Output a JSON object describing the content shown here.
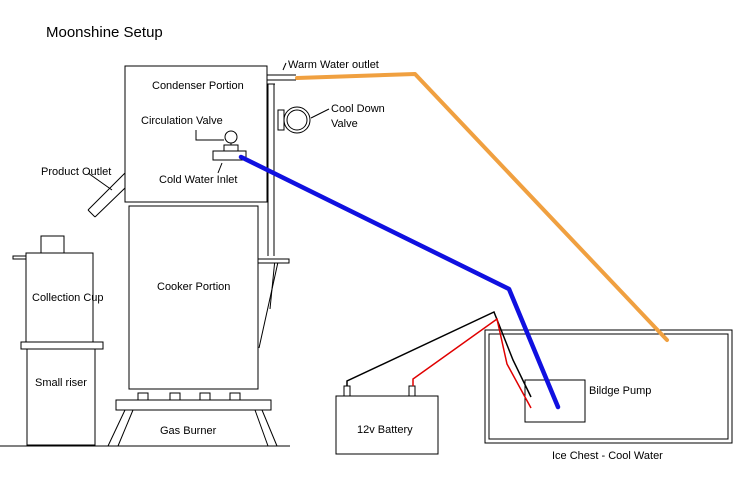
{
  "title": "Moonshine Setup",
  "labels": {
    "condenser": "Condenser Portion",
    "warm_water_outlet": "Warm Water outlet",
    "cool_down_valve_line1": "Cool Down",
    "cool_down_valve_line2": "Valve",
    "circulation_valve": "Circulation Valve",
    "cold_water_inlet": "Cold Water Inlet",
    "product_outlet": "Product Outlet",
    "collection_cup": "Collection Cup",
    "cooker": "Cooker Portion",
    "small_riser": "Small riser",
    "gas_burner": "Gas Burner",
    "battery": "12v Battery",
    "bildge_pump": "Bildge Pump",
    "ice_chest": "Ice Chest - Cool Water"
  },
  "colors": {
    "warm_hose": "#f0a040",
    "cold_hose": "#1010e0",
    "red_wire": "#e00000",
    "black_wire": "#000000"
  }
}
